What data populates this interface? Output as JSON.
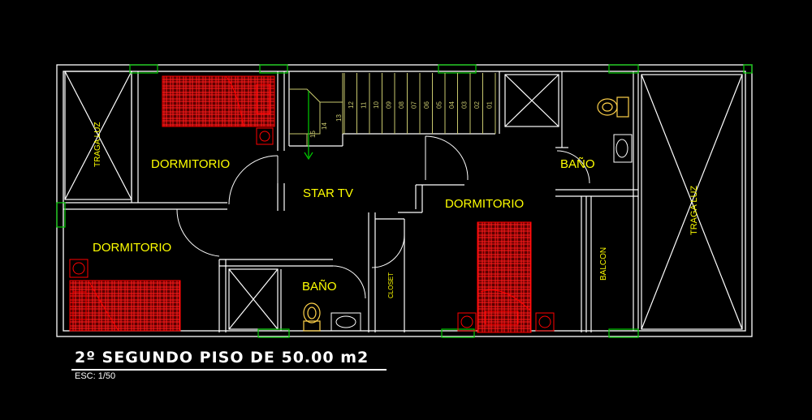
{
  "rooms": {
    "dormitorio_1": "DORMITORIO",
    "dormitorio_2": "DORMITORIO",
    "dormitorio_3": "DORMITORIO",
    "star_tv": "STAR TV",
    "bano_1": "BAÑO",
    "bano_2": "BAÑO",
    "closet": "CLOSET",
    "balcon": "BALCON",
    "traga_luz_1": "TRAGA LUZ",
    "traga_luz_2": "TRAGA LUZ"
  },
  "stairs": {
    "steps": [
      "01",
      "02",
      "03",
      "04",
      "05",
      "06",
      "07",
      "08",
      "09",
      "10",
      "11",
      "12",
      "13",
      "14",
      "15"
    ]
  },
  "title": "2º SEGUNDO PISO DE 50.00 m2",
  "scale": "ESC: 1/50",
  "colors": {
    "background": "#000000",
    "walls": "#ffffff",
    "labels": "#ffff00",
    "stairs": "#c8c86e",
    "furniture": "#ff0000",
    "windows": "#00cc00",
    "fixtures": "#ffd24a"
  }
}
